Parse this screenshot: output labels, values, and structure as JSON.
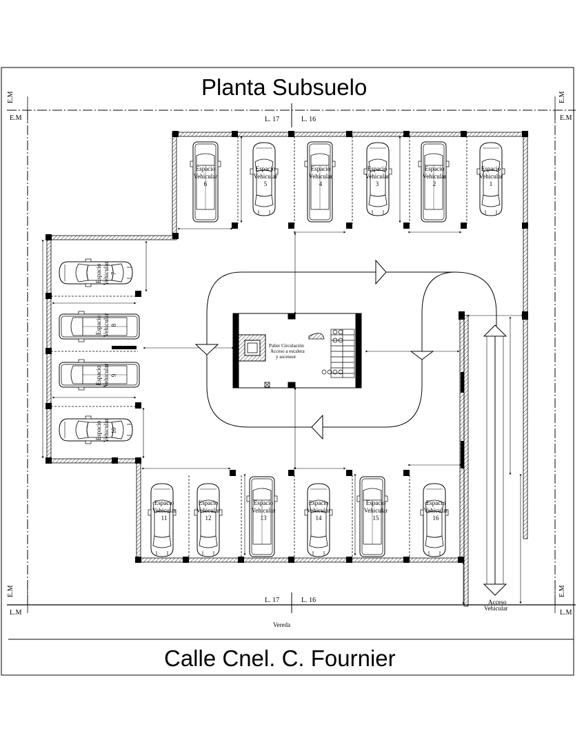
{
  "titles": {
    "top": "Planta Subsuelo",
    "bottom": "Calle  Cnel. C. Fournier"
  },
  "markers": {
    "em": "E.M",
    "lm": "L.M"
  },
  "lots": {
    "left": "L. 17",
    "right": "L. 16"
  },
  "street": {
    "sidewalk": "Vereda"
  },
  "access": {
    "line1": "Acceso",
    "line2": "Vehicular"
  },
  "core": {
    "line1": "Palier Circulación",
    "line2": "Acceso a escalera",
    "line3": "y ascensor"
  },
  "space_label": {
    "line1": "Espacio",
    "line2": "Vehicular"
  },
  "spaces": [
    {
      "number": "1",
      "vehicle": "sedan"
    },
    {
      "number": "2",
      "vehicle": "van"
    },
    {
      "number": "3",
      "vehicle": "sedan"
    },
    {
      "number": "4",
      "vehicle": "van"
    },
    {
      "number": "5",
      "vehicle": "sedan"
    },
    {
      "number": "6",
      "vehicle": "van"
    },
    {
      "number": "7",
      "vehicle": "sedan"
    },
    {
      "number": "8",
      "vehicle": "van"
    },
    {
      "number": "9",
      "vehicle": "van"
    },
    {
      "number": "10",
      "vehicle": "sedan"
    },
    {
      "number": "11",
      "vehicle": "sedan"
    },
    {
      "number": "12",
      "vehicle": "sedan"
    },
    {
      "number": "13",
      "vehicle": "van"
    },
    {
      "number": "14",
      "vehicle": "sedan"
    },
    {
      "number": "15",
      "vehicle": "van"
    },
    {
      "number": "16",
      "vehicle": "sedan"
    }
  ]
}
